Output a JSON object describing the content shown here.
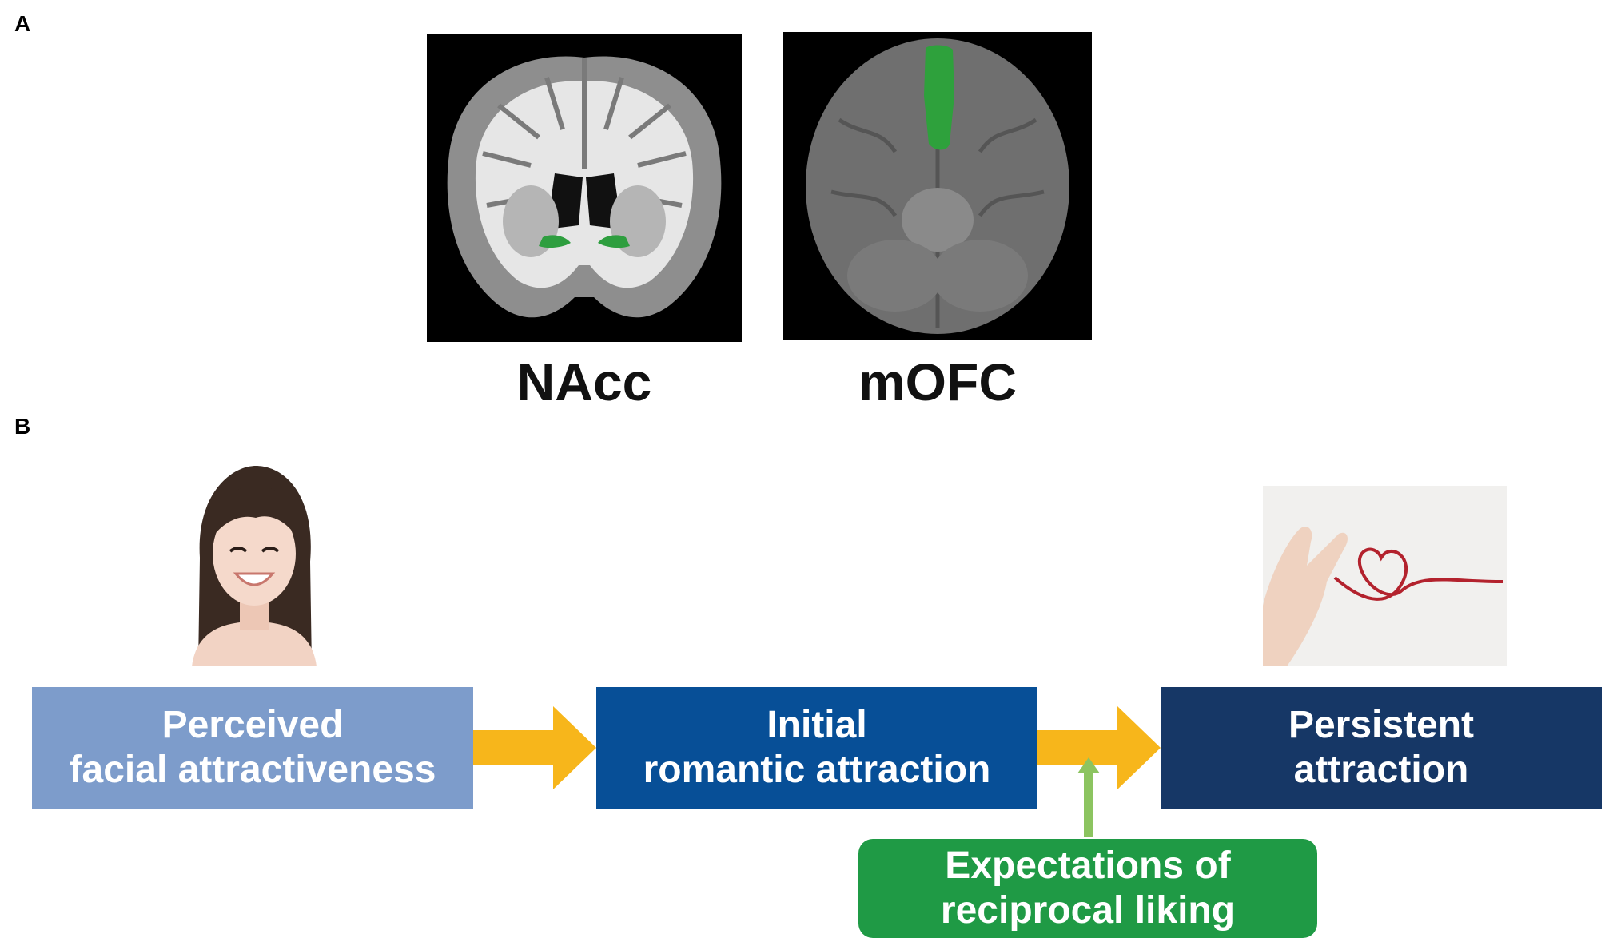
{
  "panels": {
    "a_label": "A",
    "b_label": "B"
  },
  "brain_images": [
    {
      "caption": "NAcc",
      "view": "coronal-slice"
    },
    {
      "caption": "mOFC",
      "view": "ventral-surface"
    }
  ],
  "flow": {
    "boxes": [
      {
        "line1": "Perceived",
        "line2": "facial attractiveness",
        "color": "#7d9ccb"
      },
      {
        "line1": "Initial",
        "line2": "romantic attraction",
        "color": "#074f97"
      },
      {
        "line1": "Persistent",
        "line2": "attraction",
        "color": "#163766"
      }
    ],
    "modulator": {
      "line1": "Expectations of",
      "line2": "reciprocal liking",
      "color": "#1f9a45"
    },
    "arrow_color": "#f7b61b",
    "modulator_arrow_color": "#8cc460"
  },
  "photos": {
    "left": "smiling-woman-portrait",
    "right": "red-thread-heart-pinky"
  }
}
